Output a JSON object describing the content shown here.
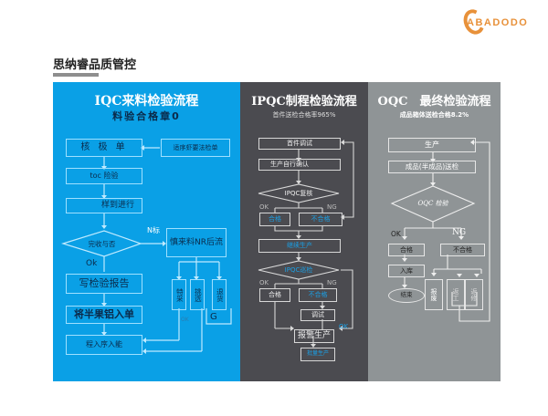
{
  "logo": {
    "text": "ABADODO",
    "color": "#e8913a"
  },
  "page_title": "思纳睿品质管控",
  "colors": {
    "iqc_panel": "#0aa0e6",
    "ipqc_panel": "#4b4b50",
    "oqc_panel": "#8f9496",
    "accent_orange": "#e8913a"
  },
  "iqc": {
    "title": "IQC来料检验流程",
    "subtitle": "料验合格章0",
    "nodes": {
      "check_list": "核 极 单",
      "side_note": "适序虾要法检单",
      "iqc_check": "toc 险验",
      "sample": "样到进行",
      "decision": "完收与否",
      "nr_flow": "慎来料NR后流",
      "report": "写检验报告",
      "stock_note": "将半果铝入单",
      "warehouse": "程入序入能",
      "special": "特采",
      "sort": "挑选",
      "return": "退货",
      "g_box": "G"
    },
    "labels": {
      "ng": "N标",
      "ok": "Ok",
      "ok2": "OK"
    }
  },
  "ipqc": {
    "title": "IPQC制程检验流程",
    "subtitle": "首件送检合格率965%",
    "nodes": {
      "first_article": "首件调试",
      "self_check": "生产自行确认",
      "decision1": "IPQC复核",
      "pass1": "合格",
      "fail1": "不合格",
      "continue": "继续生产",
      "decision2": "IPQC巡检",
      "pass2": "合格",
      "fail2": "不合格",
      "adjust": "调试",
      "report": "报警生产",
      "final": "批量生产"
    },
    "labels": {
      "ok1": "OK",
      "ng1": "NG",
      "ok2": "OK",
      "ng2": "NG",
      "ok3": "OK"
    }
  },
  "oqc": {
    "title": "OQC　最终检验流程",
    "subtitle": "成品箱体送检合格8.2%",
    "nodes": {
      "production": "生产",
      "submit": "成品(半成品)送检",
      "decision": "OQC 检验",
      "pass": "合格",
      "fail": "不合格",
      "stock_in": "入库",
      "end": "结束",
      "scrap": "报废",
      "rework": "返工",
      "return": "返修"
    },
    "labels": {
      "ok": "OK",
      "ng": "NG"
    }
  }
}
